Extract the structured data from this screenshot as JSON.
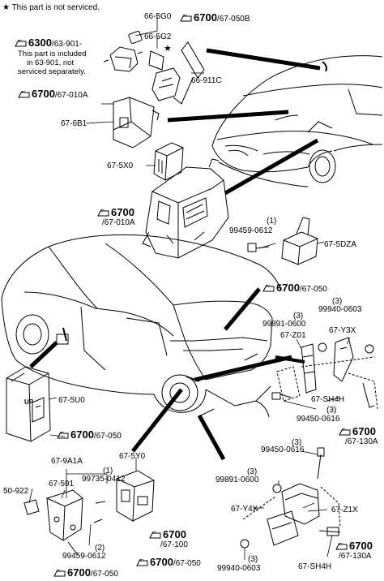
{
  "legend": {
    "star": "★",
    "text": "This part is not serviced."
  },
  "refs": [
    {
      "id": "r1",
      "big": "6700",
      "small": "/67-050B"
    },
    {
      "id": "r2",
      "big": "6300",
      "small": "/63-901-"
    },
    {
      "id": "r3",
      "big": "6700",
      "small": "/67-010A"
    },
    {
      "id": "r4",
      "big": "6700",
      "small": "/67-010A"
    },
    {
      "id": "r5",
      "big": "6700",
      "small": "/67-050"
    },
    {
      "id": "r6",
      "big": "6700",
      "small": "/67-050"
    },
    {
      "id": "r7",
      "big": "6700",
      "small": "/67-130A"
    },
    {
      "id": "r8",
      "big": "6700",
      "small": "/67-100"
    },
    {
      "id": "r9",
      "big": "6700",
      "small": "/67-050"
    },
    {
      "id": "r10",
      "big": "6700",
      "small": "/67-050"
    },
    {
      "id": "r11",
      "big": "6700",
      "small": "/67-130A"
    }
  ],
  "note_lines": [
    "This part is included",
    "in  63-901, not",
    "serviced separately."
  ],
  "labels": {
    "p_66_5g0": "66-5G0",
    "p_66_5g2": "66-5G2",
    "p_66_911c": "66-911C",
    "p_67_6b1": "67-6B1",
    "p_67_5x0": "67-5X0",
    "p_99459_top_qty": "(1)",
    "p_99459_top": "99459-0612",
    "p_67_5dza": "67-5DZA",
    "p_99891_r_qty": "(3)",
    "p_99891_r": "99891-0600",
    "p_99940_r_qty": "(3)",
    "p_99940_r": "99940-0603",
    "p_67_z01": "67-Z01",
    "p_67_y3x": "67-Y3X",
    "p_67_sh4h_r": "67-SH4H",
    "p_99450_r_qty": "(3)",
    "p_99450_r": "99450-0616",
    "p_67_5u0": "67-5U0",
    "p_67_5y0": "67-5Y0",
    "p_67_9a1a": "67-9A1A",
    "p_67_591": "67-591",
    "p_99735_qty": "(1)",
    "p_99735": "99735-0412",
    "p_50_922": "50-922",
    "p_99459_bot_qty": "(2)",
    "p_99459_bot": "99459-0612",
    "p_99450_b_qty": "(3)",
    "p_99450_b": "99450-0616",
    "p_99891_b_qty": "(3)",
    "p_99891_b": "99891-0600",
    "p_67_y4x": "67-Y4X",
    "p_67_z1x": "67-Z1X",
    "p_99940_b_qty": "(3)",
    "p_99940_b": "99940-0603",
    "p_67_sh4h_b": "67-SH4H",
    "ecu_tag": "UP"
  }
}
